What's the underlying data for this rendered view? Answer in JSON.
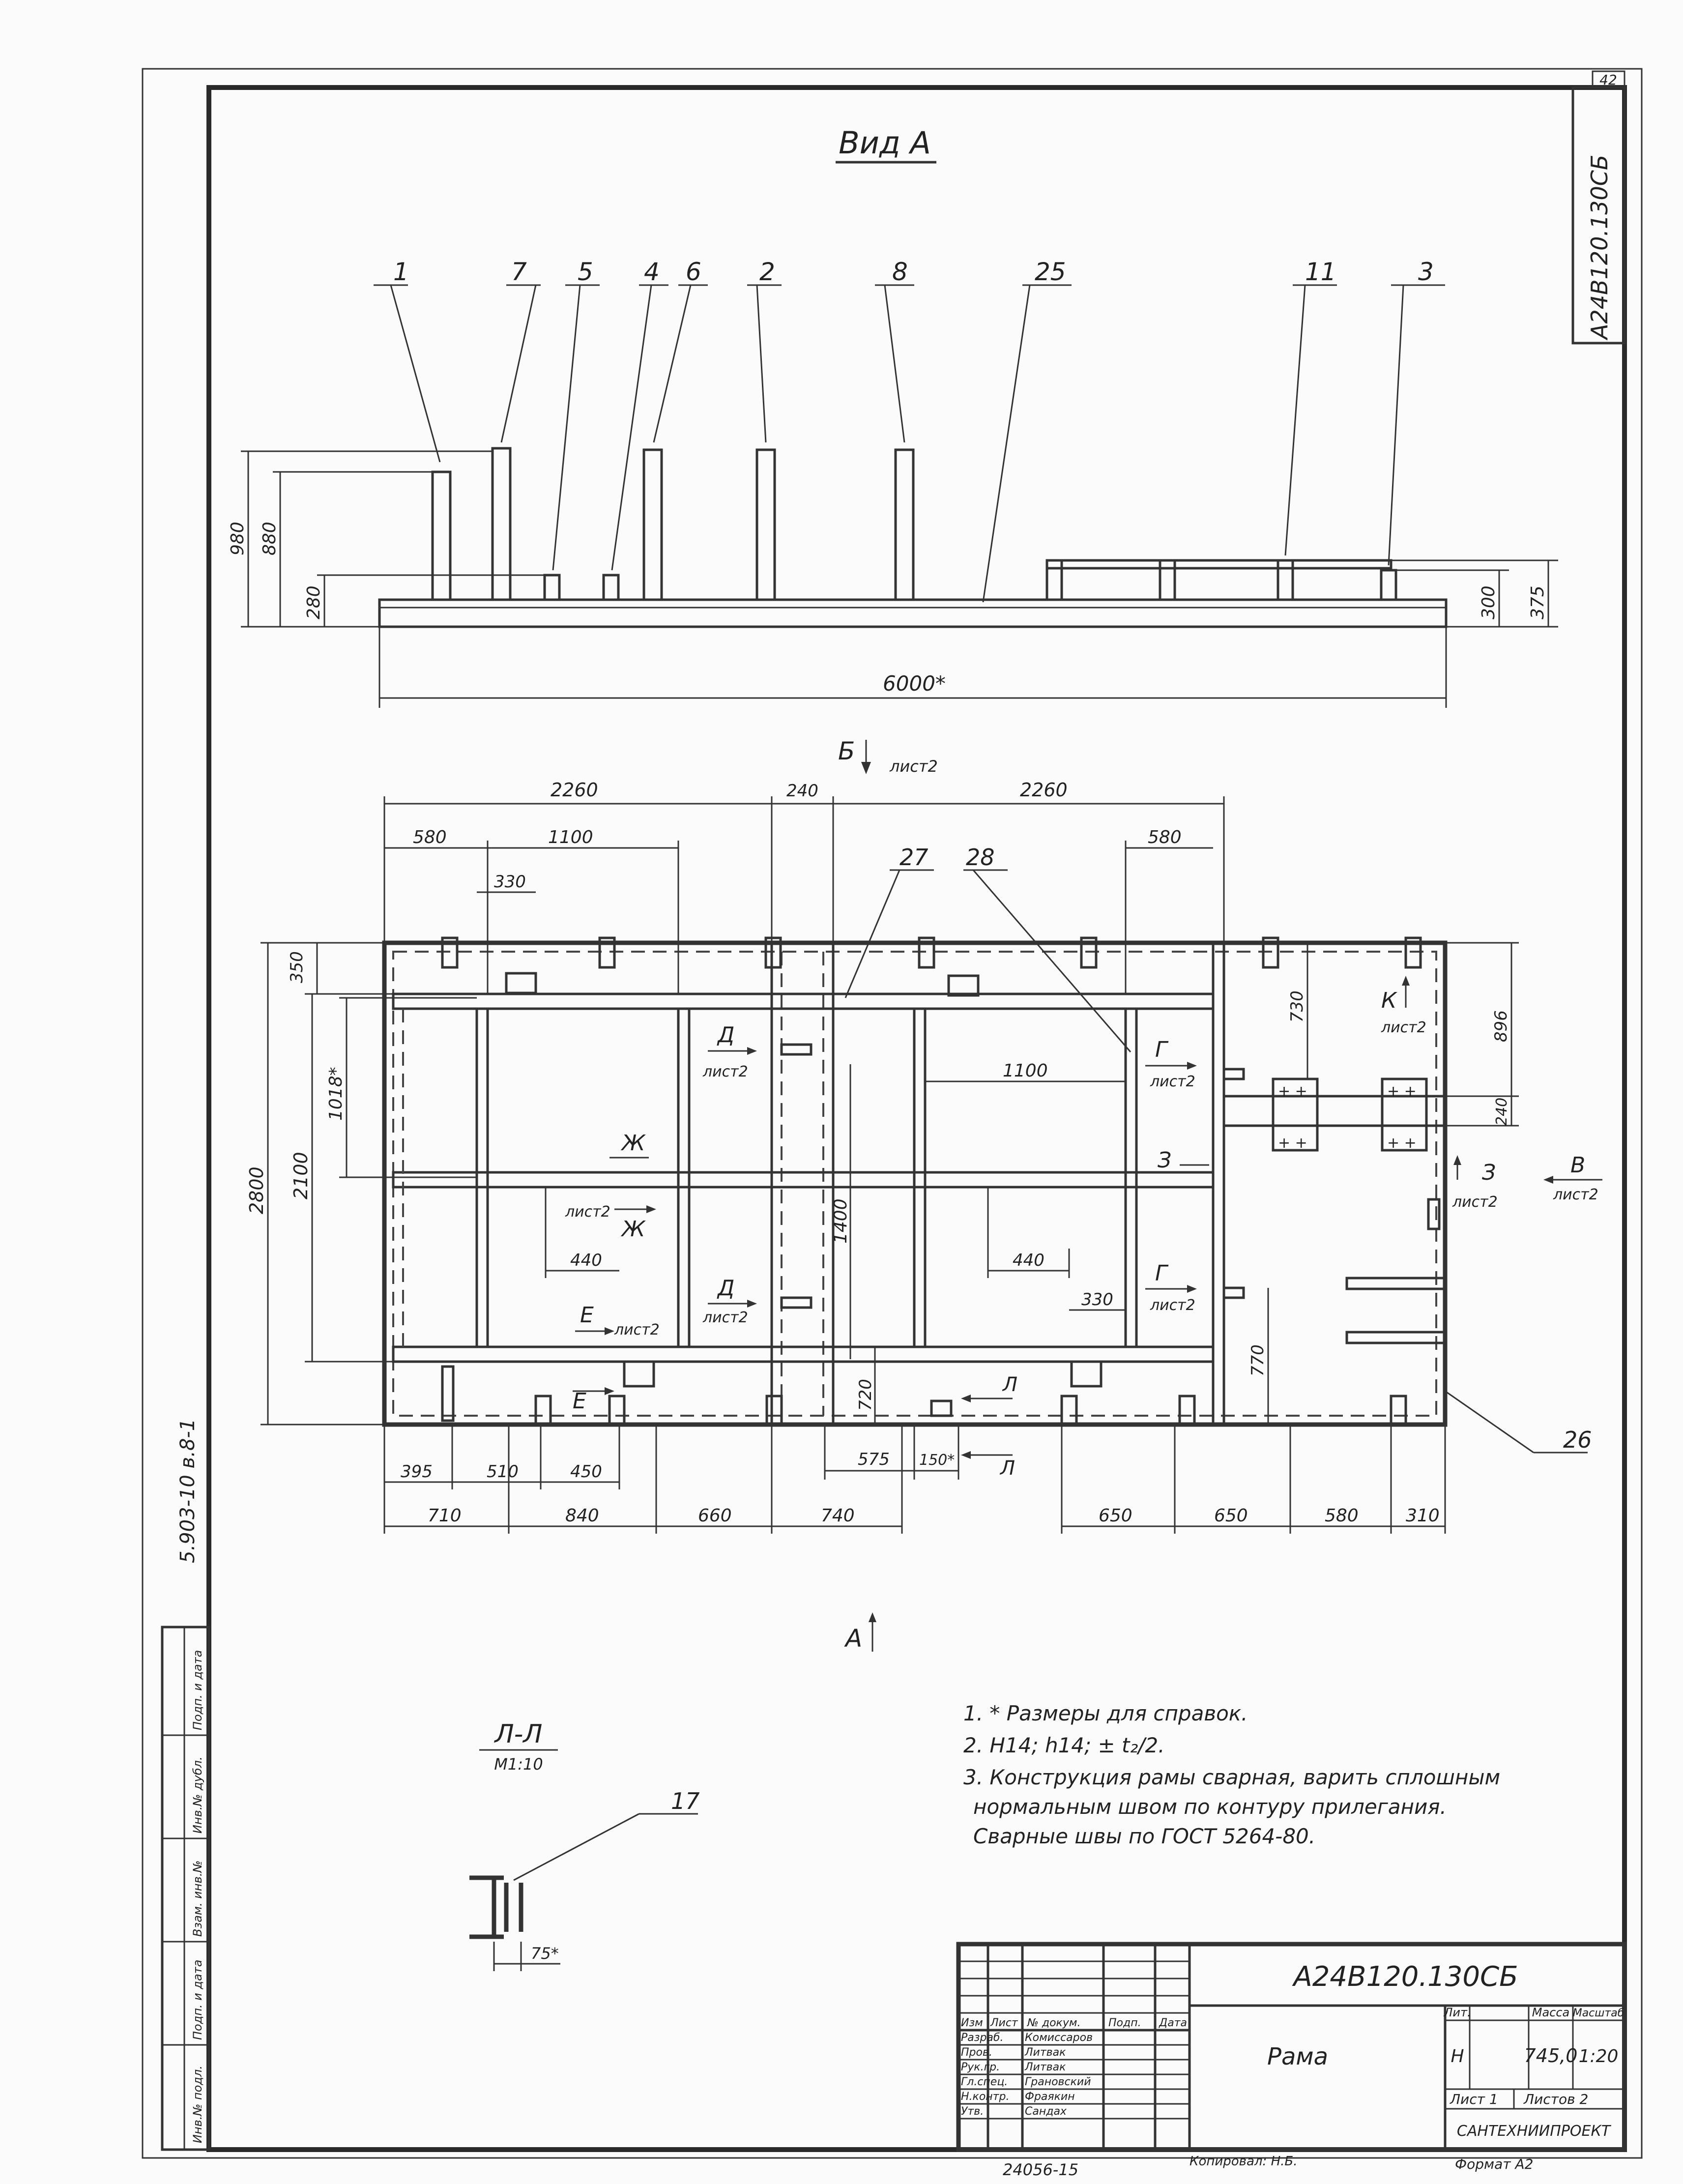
{
  "sheet_number": "42",
  "corner_stamp": "А24В120.130СБ",
  "side_code": "5.903-10   в.8-1",
  "view_title": "Вид А",
  "elevation": {
    "callouts": [
      "1",
      "7",
      "5",
      "4",
      "6",
      "2",
      "8",
      "25",
      "11",
      "3"
    ],
    "dims_left": [
      "980",
      "880",
      "280"
    ],
    "dims_right": [
      "300",
      "375"
    ],
    "length": "6000*"
  },
  "plan": {
    "section_b": "Б",
    "sheet_ref": "лист2",
    "top_dims": [
      "2260",
      "240",
      "2260"
    ],
    "top_dims2": [
      "580",
      "1100",
      "580"
    ],
    "dim_330": "330",
    "callouts": [
      "27",
      "28",
      "26"
    ],
    "left_dims": [
      "350",
      "1018*",
      "2100",
      "2800"
    ],
    "right_dims": [
      "730",
      "896",
      "240"
    ],
    "inner": {
      "d1": "1100",
      "d2": "440",
      "d3": "440",
      "d4": "330",
      "d5": "1400",
      "d6": "720",
      "d7": "770",
      "d8": "575",
      "d9": "150*"
    },
    "cuts": {
      "D": "Д",
      "G": "Г",
      "Zh": "Ж",
      "E": "Е",
      "K": "К",
      "Z": "З",
      "V": "В",
      "L": "Л",
      "A": "А"
    },
    "bottom_row1": [
      "395",
      "510",
      "450"
    ],
    "bottom_row2": [
      "710",
      "840",
      "660",
      "740",
      "650",
      "650",
      "580",
      "310"
    ]
  },
  "notes": [
    "1. * Размеры для справок.",
    "2. Н14; h14; ± t₂/2.",
    "3. Конструкция рамы сварная, варить сплошным",
    "нормальным швом по контуру прилегания.",
    "Сварные швы по ГОСТ 5264-80."
  ],
  "section_ll": {
    "title": "Л-Л",
    "scale": "М1:10",
    "callout": "17",
    "dim": "75*"
  },
  "left_strip": [
    "Инв.№ подл.",
    "Подп. и дата",
    "Взам. инв.№",
    "Инв.№ дубл.",
    "Подп. и дата"
  ],
  "title_block": {
    "doc_code": "А24В120.130СБ",
    "name": "Рама",
    "hdr_lit": "Лит.",
    "hdr_mass": "Масса",
    "hdr_scale": "Масштаб",
    "lit": "Н",
    "mass": "745,0",
    "scale": "1:20",
    "sheet": "Лист 1",
    "sheets": "Листов 2",
    "org": "САНТЕХНИИПРОЕКТ",
    "cols": [
      "Изм",
      "Лист",
      "№ докум.",
      "Подп.",
      "Дата"
    ],
    "roles": [
      "Разраб.",
      "Пров.",
      "Рук.гр.",
      "Гл.спец.",
      "Н.контр.",
      "Утв."
    ],
    "people": [
      "Комиссаров",
      "Литвак",
      "Литвак",
      "Грановский",
      "Фраякин",
      "Сандах"
    ]
  },
  "bottom_stamp": "24056-15",
  "bottom_copied": "Копировал: Н.Б.",
  "bottom_format": "Формат А2"
}
